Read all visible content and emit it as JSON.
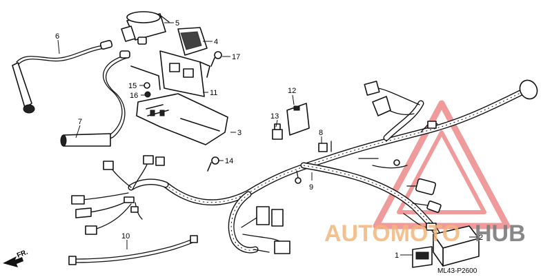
{
  "diagram": {
    "code": "ML43-P2600",
    "front_marker": "FR.",
    "part_numbers": [
      "1",
      "2",
      "3",
      "4",
      "5",
      "6",
      "7",
      "8",
      "9",
      "10",
      "11",
      "12",
      "13",
      "14",
      "15",
      "16",
      "17"
    ]
  },
  "watermark": {
    "text_left": "AUTOMOTO",
    "text_right": "HUB",
    "color_orange": "#f3b67a",
    "color_red": "#e87a7a",
    "color_gray": "#7c7c7c"
  }
}
